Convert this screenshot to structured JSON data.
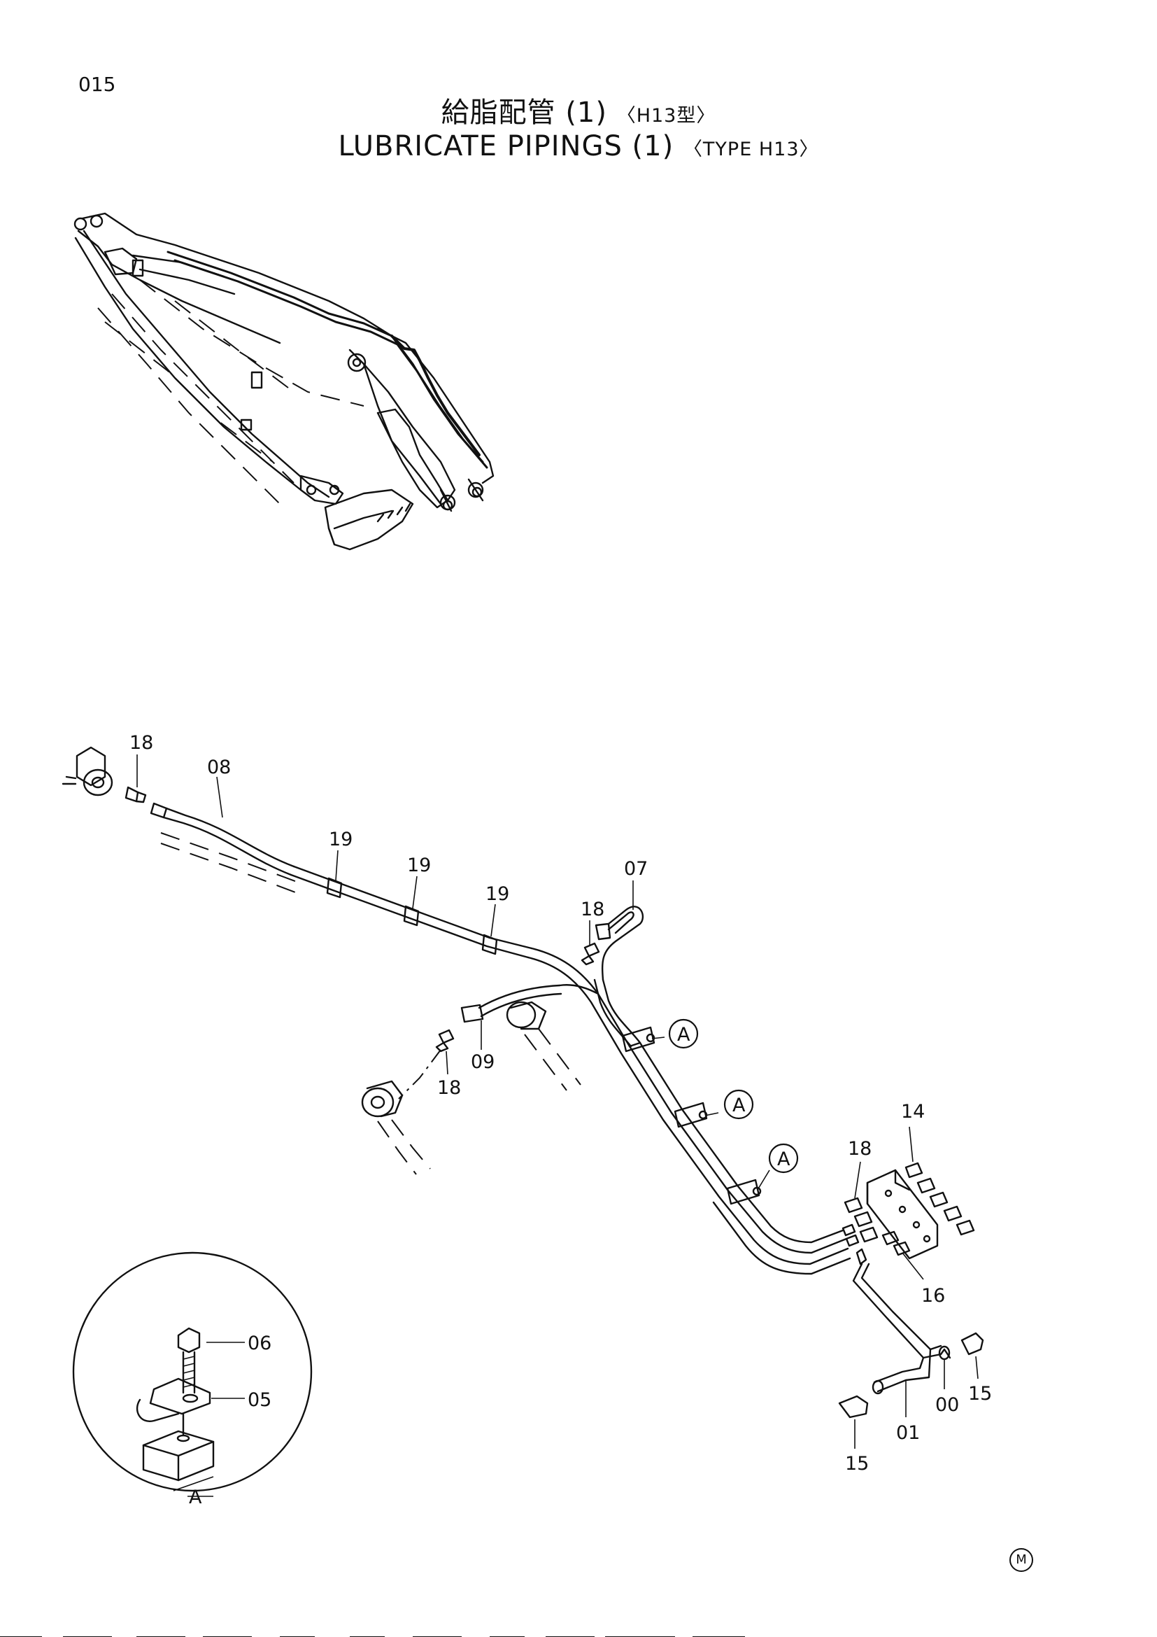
{
  "page": {
    "number": "015"
  },
  "title": {
    "jp_main": "給脂配管 (1)",
    "jp_sub": "〈H13型〉",
    "en_main": "LUBRICATE PIPINGS (1)",
    "en_sub": "〈TYPE H13〉"
  },
  "callouts": {
    "c18_top": "18",
    "c08": "08",
    "c19_a": "19",
    "c19_b": "19",
    "c19_c": "19",
    "c07": "07",
    "c18_mid": "18",
    "c09": "09",
    "c18_low": "18",
    "cA_1": "A",
    "cA_2": "A",
    "cA_3": "A",
    "c14": "14",
    "c18_right": "18",
    "c16": "16",
    "c15_right": "15",
    "c00": "00",
    "c01": "01",
    "c15_bottom": "15",
    "c06": "06",
    "c05": "05",
    "cA_detail": "A"
  },
  "footer": {
    "mark": "M"
  }
}
